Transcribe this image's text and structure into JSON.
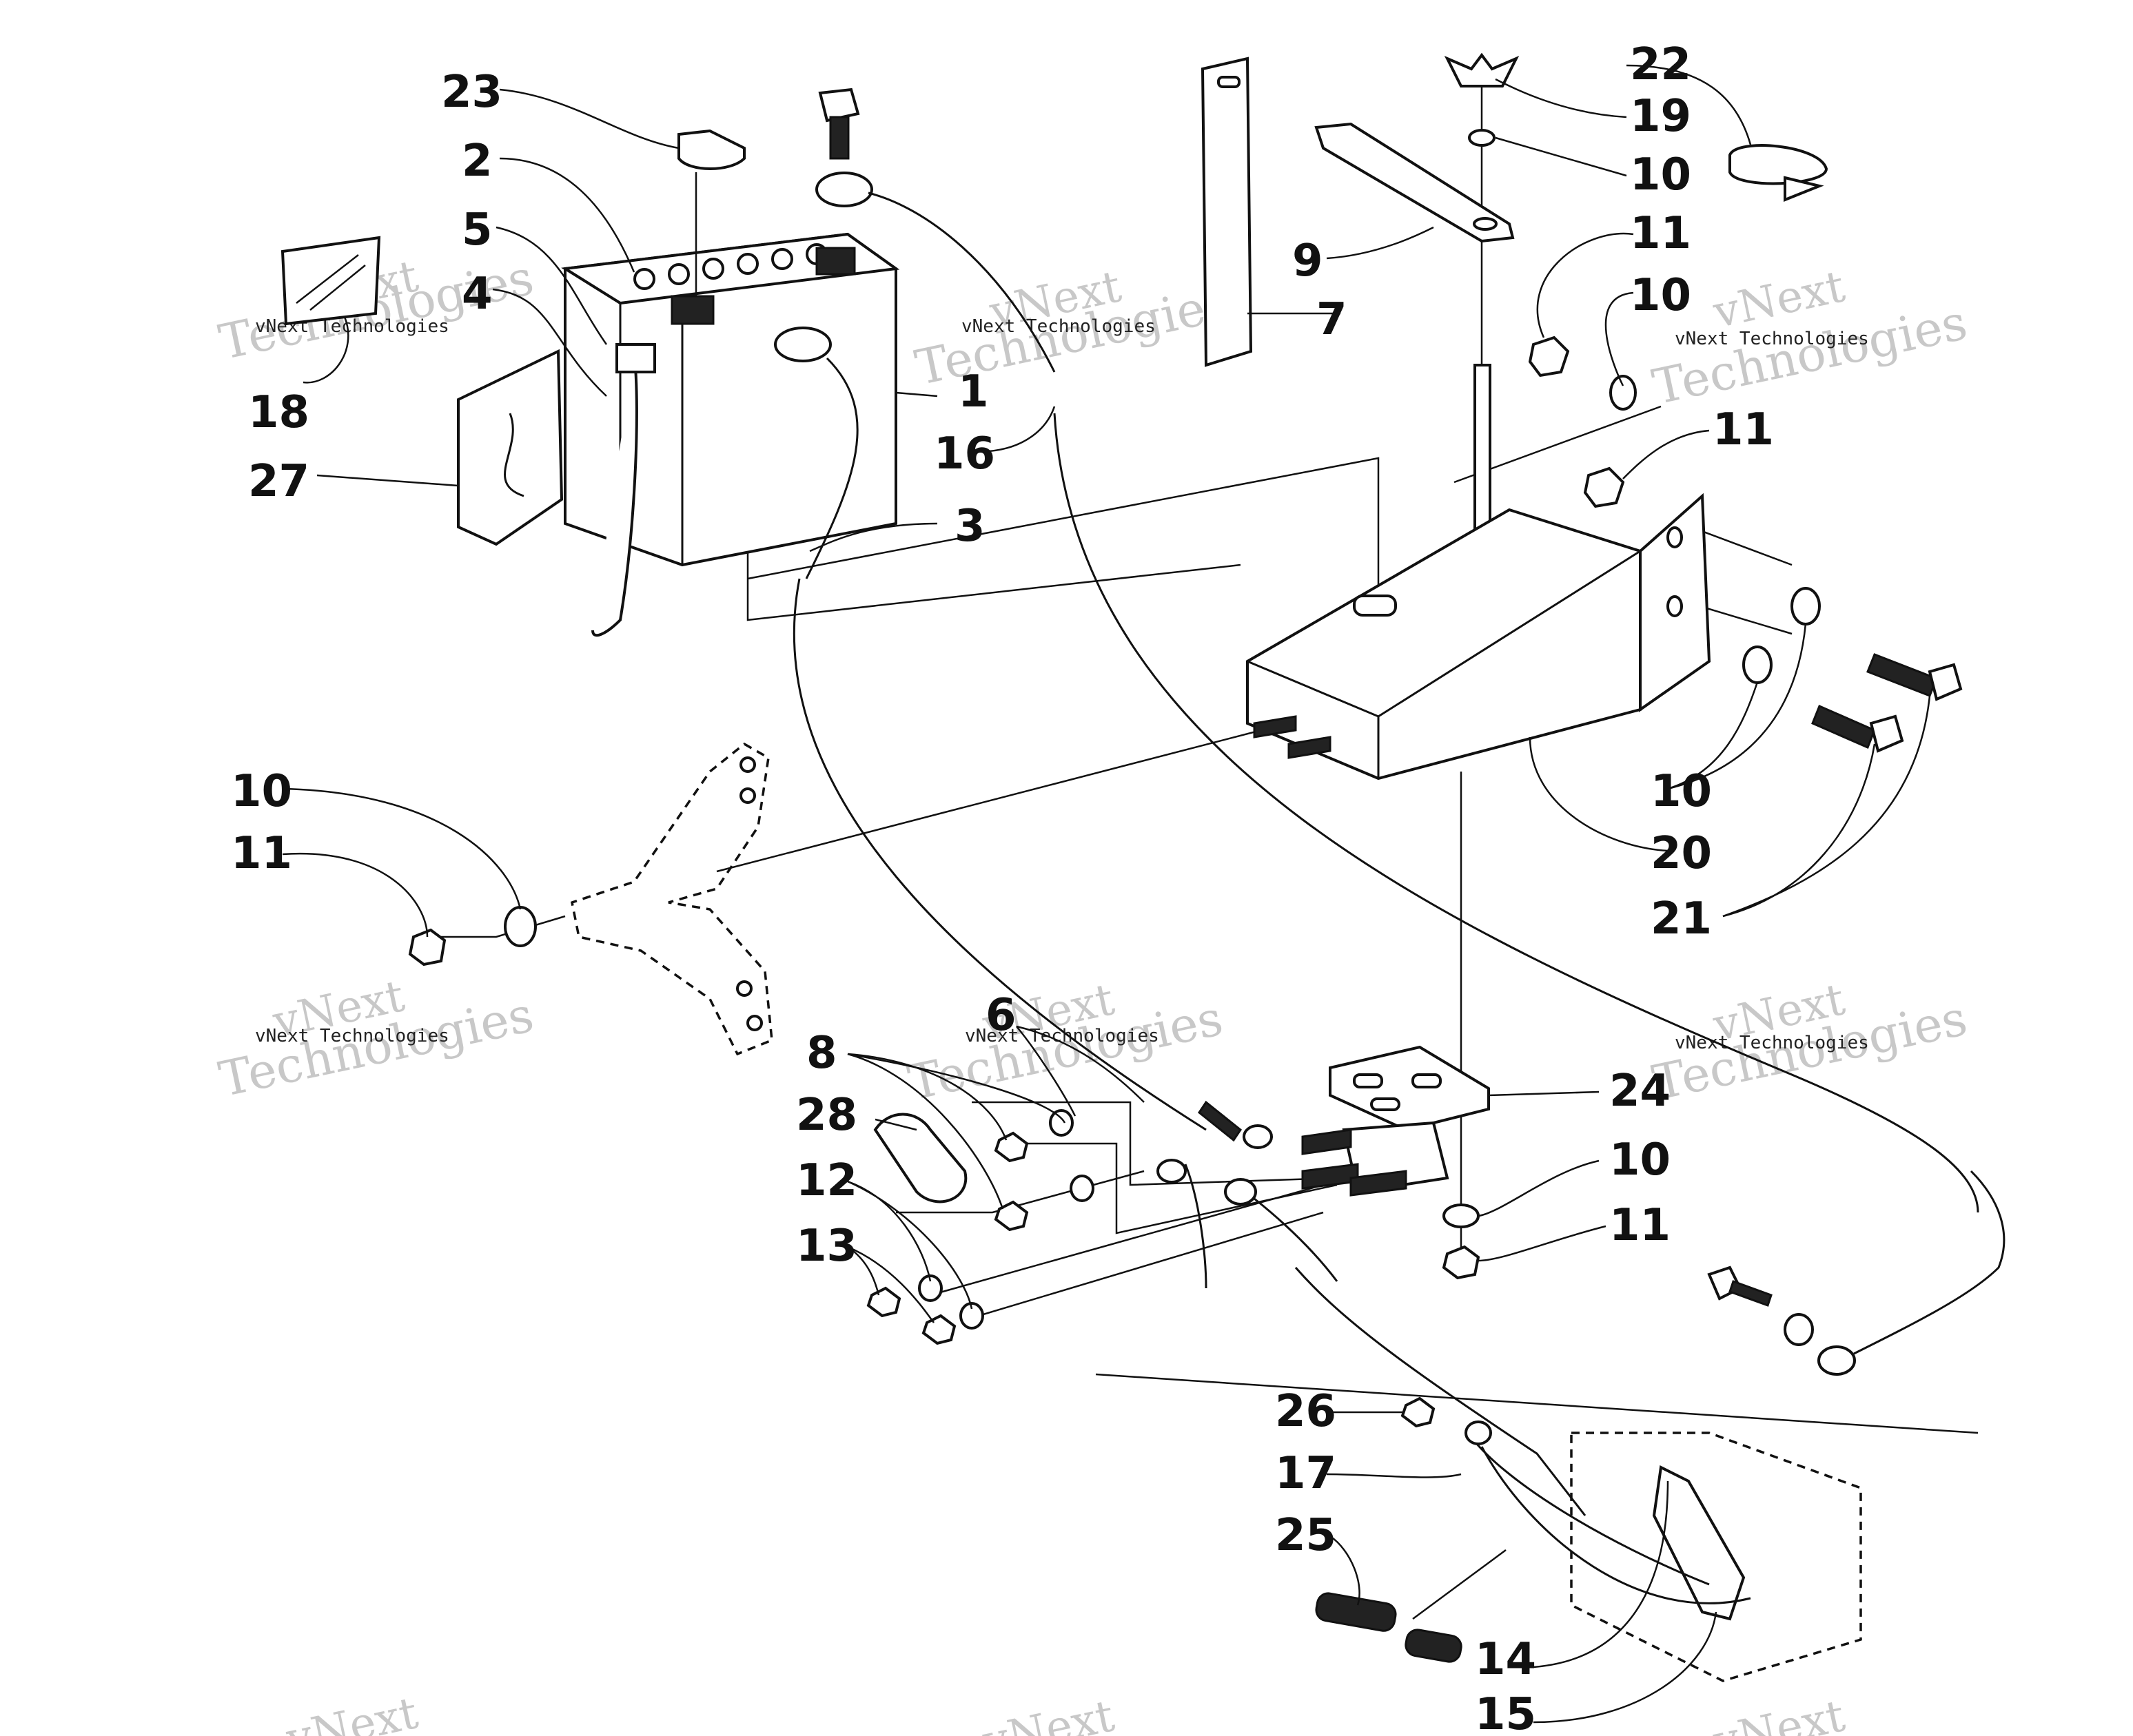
{
  "watermark": {
    "company": "vNext Technologies",
    "word1": "vNext",
    "word2": "Technologies"
  },
  "callouts": [
    {
      "id": "c23",
      "text": "23"
    },
    {
      "id": "c2",
      "text": "2"
    },
    {
      "id": "c5",
      "text": "5"
    },
    {
      "id": "c4",
      "text": "4"
    },
    {
      "id": "c18",
      "text": "18"
    },
    {
      "id": "c27",
      "text": "27"
    },
    {
      "id": "c1",
      "text": "1"
    },
    {
      "id": "c16",
      "text": "16"
    },
    {
      "id": "c3",
      "text": "3"
    },
    {
      "id": "c7",
      "text": "7"
    },
    {
      "id": "c9",
      "text": "9"
    },
    {
      "id": "c22",
      "text": "22"
    },
    {
      "id": "c19",
      "text": "19"
    },
    {
      "id": "c10a",
      "text": "10"
    },
    {
      "id": "c11a",
      "text": "11"
    },
    {
      "id": "c10b",
      "text": "10"
    },
    {
      "id": "c11b",
      "text": "11"
    },
    {
      "id": "c10c",
      "text": "10"
    },
    {
      "id": "c20",
      "text": "20"
    },
    {
      "id": "c21",
      "text": "21"
    },
    {
      "id": "c10d",
      "text": "10"
    },
    {
      "id": "c11c",
      "text": "11"
    },
    {
      "id": "c6",
      "text": "6"
    },
    {
      "id": "c8",
      "text": "8"
    },
    {
      "id": "c28",
      "text": "28"
    },
    {
      "id": "c12",
      "text": "12"
    },
    {
      "id": "c13",
      "text": "13"
    },
    {
      "id": "c24",
      "text": "24"
    },
    {
      "id": "c10e",
      "text": "10"
    },
    {
      "id": "c11d",
      "text": "11"
    },
    {
      "id": "c26",
      "text": "26"
    },
    {
      "id": "c17",
      "text": "17"
    },
    {
      "id": "c25",
      "text": "25"
    },
    {
      "id": "c14",
      "text": "14"
    },
    {
      "id": "c15",
      "text": "15"
    }
  ]
}
